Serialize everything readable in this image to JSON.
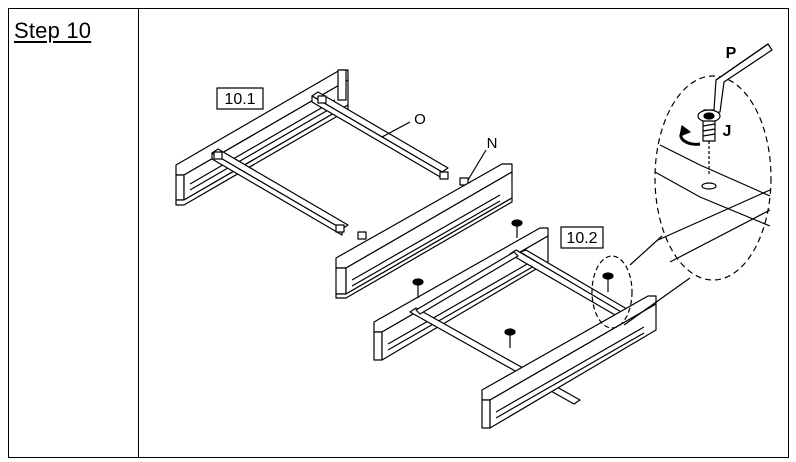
{
  "step": {
    "title": "Step 10"
  },
  "labels": {
    "sub_step_1": "10.1",
    "sub_step_2": "10.2",
    "part_o": "O",
    "part_n": "N",
    "part_p": "P",
    "part_j": "J"
  },
  "colors": {
    "line": "#000000",
    "background": "#ffffff",
    "part_fill": "#ffffff"
  },
  "icons": [
    "allen-key-icon",
    "screw-icon",
    "rotation-arrow-icon"
  ]
}
